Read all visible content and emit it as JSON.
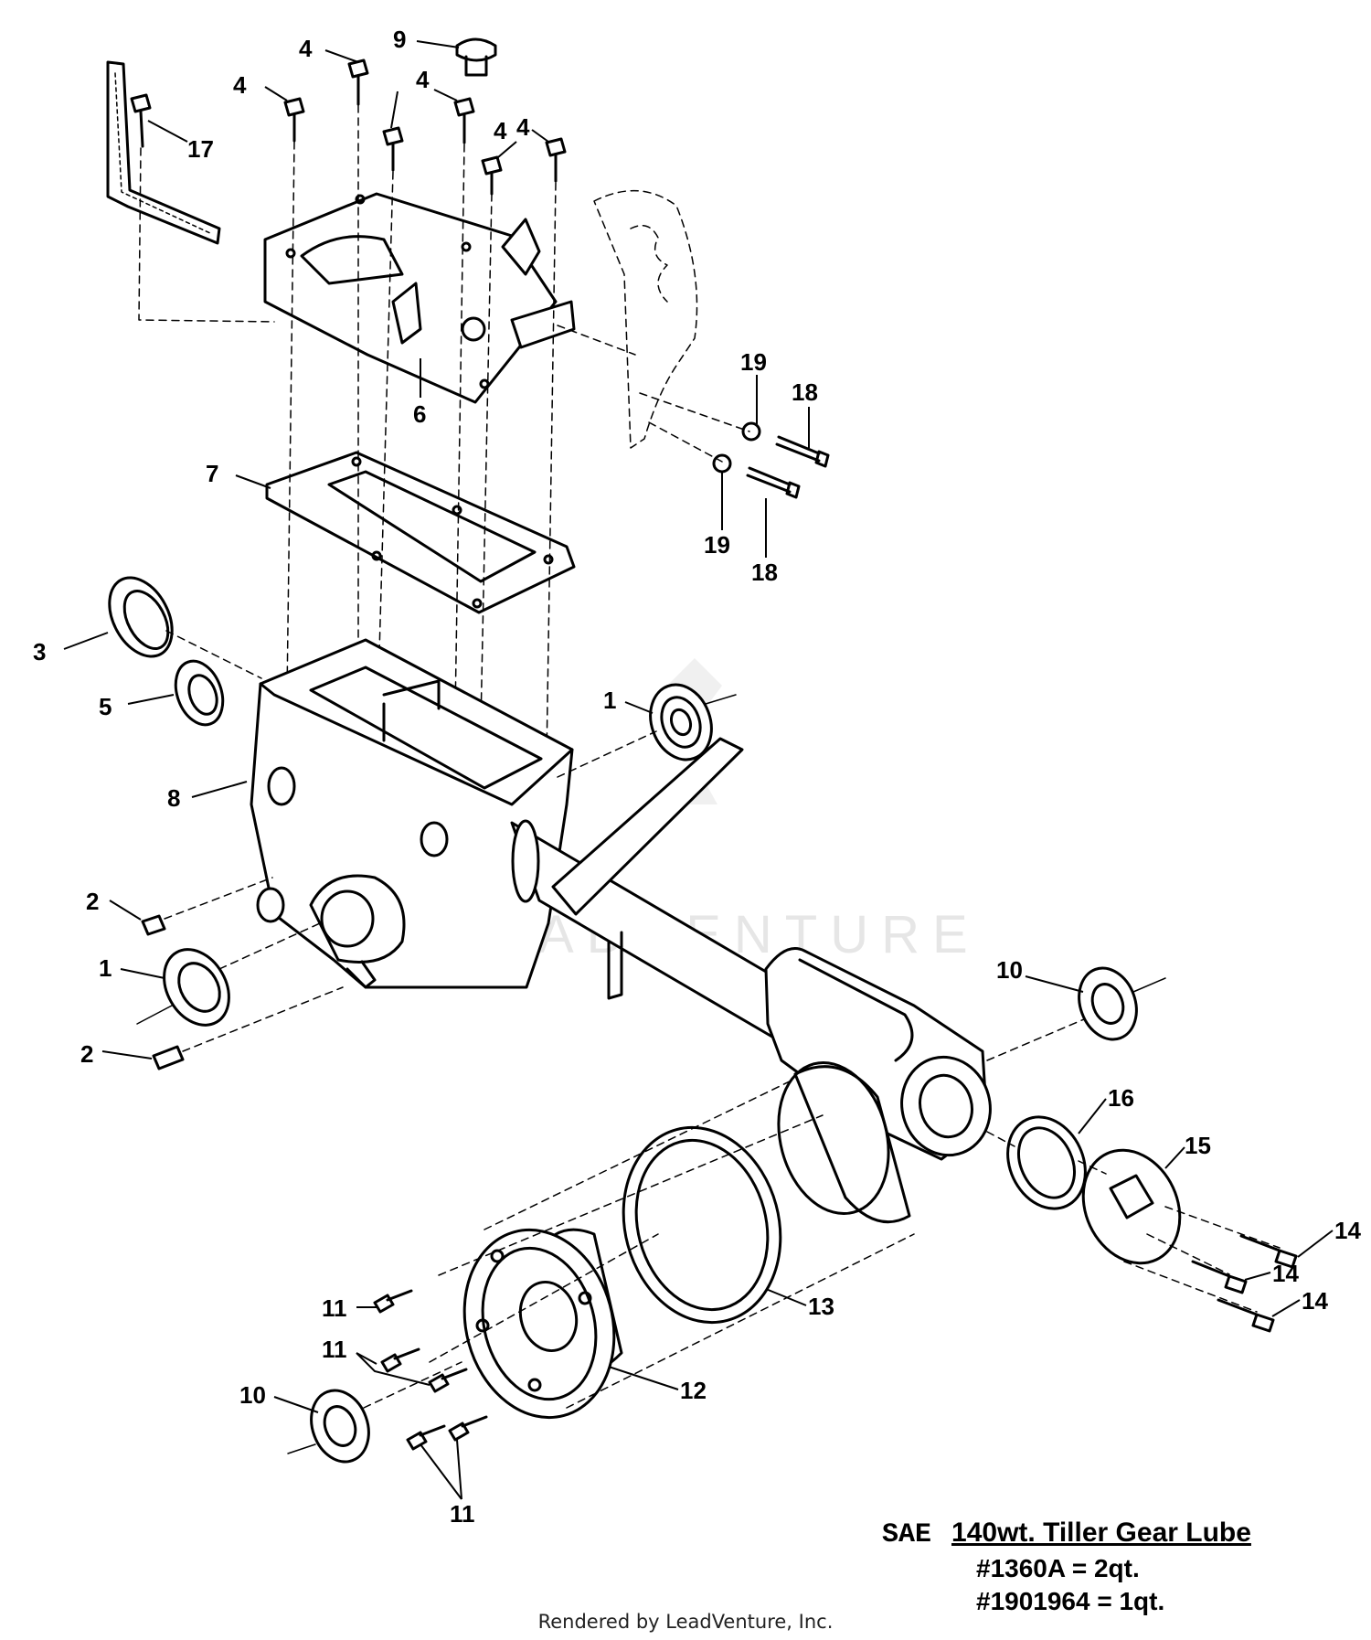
{
  "callouts": [
    {
      "id": "c4a",
      "text": "4"
    },
    {
      "id": "c9",
      "text": "9"
    },
    {
      "id": "c4b",
      "text": "4"
    },
    {
      "id": "c4c",
      "text": "4"
    },
    {
      "id": "c4d",
      "text": "4"
    },
    {
      "id": "c4e",
      "text": "4"
    },
    {
      "id": "c17",
      "text": "17"
    },
    {
      "id": "c6",
      "text": "6"
    },
    {
      "id": "c7",
      "text": "7"
    },
    {
      "id": "c19a",
      "text": "19"
    },
    {
      "id": "c18a",
      "text": "18"
    },
    {
      "id": "c19b",
      "text": "19"
    },
    {
      "id": "c18b",
      "text": "18"
    },
    {
      "id": "c3",
      "text": "3"
    },
    {
      "id": "c5",
      "text": "5"
    },
    {
      "id": "c1a",
      "text": "1"
    },
    {
      "id": "c8",
      "text": "8"
    },
    {
      "id": "c2a",
      "text": "2"
    },
    {
      "id": "c1b",
      "text": "1"
    },
    {
      "id": "c2b",
      "text": "2"
    },
    {
      "id": "c10a",
      "text": "10"
    },
    {
      "id": "c16",
      "text": "16"
    },
    {
      "id": "c15",
      "text": "15"
    },
    {
      "id": "c14a",
      "text": "14"
    },
    {
      "id": "c14b",
      "text": "14"
    },
    {
      "id": "c14c",
      "text": "14"
    },
    {
      "id": "c13",
      "text": "13"
    },
    {
      "id": "c11a",
      "text": "11"
    },
    {
      "id": "c11b",
      "text": "11"
    },
    {
      "id": "c12",
      "text": "12"
    },
    {
      "id": "c10b",
      "text": "10"
    },
    {
      "id": "c11c",
      "text": "11"
    }
  ],
  "watermark": "LEADVENTURE",
  "lube_note": {
    "sae": "SAE",
    "spec": "140wt. Tiller Gear Lube",
    "part1": "#1360A = 2qt.",
    "part2": "#1901964 = 1qt."
  },
  "footer": "Rendered by LeadVenture, Inc."
}
